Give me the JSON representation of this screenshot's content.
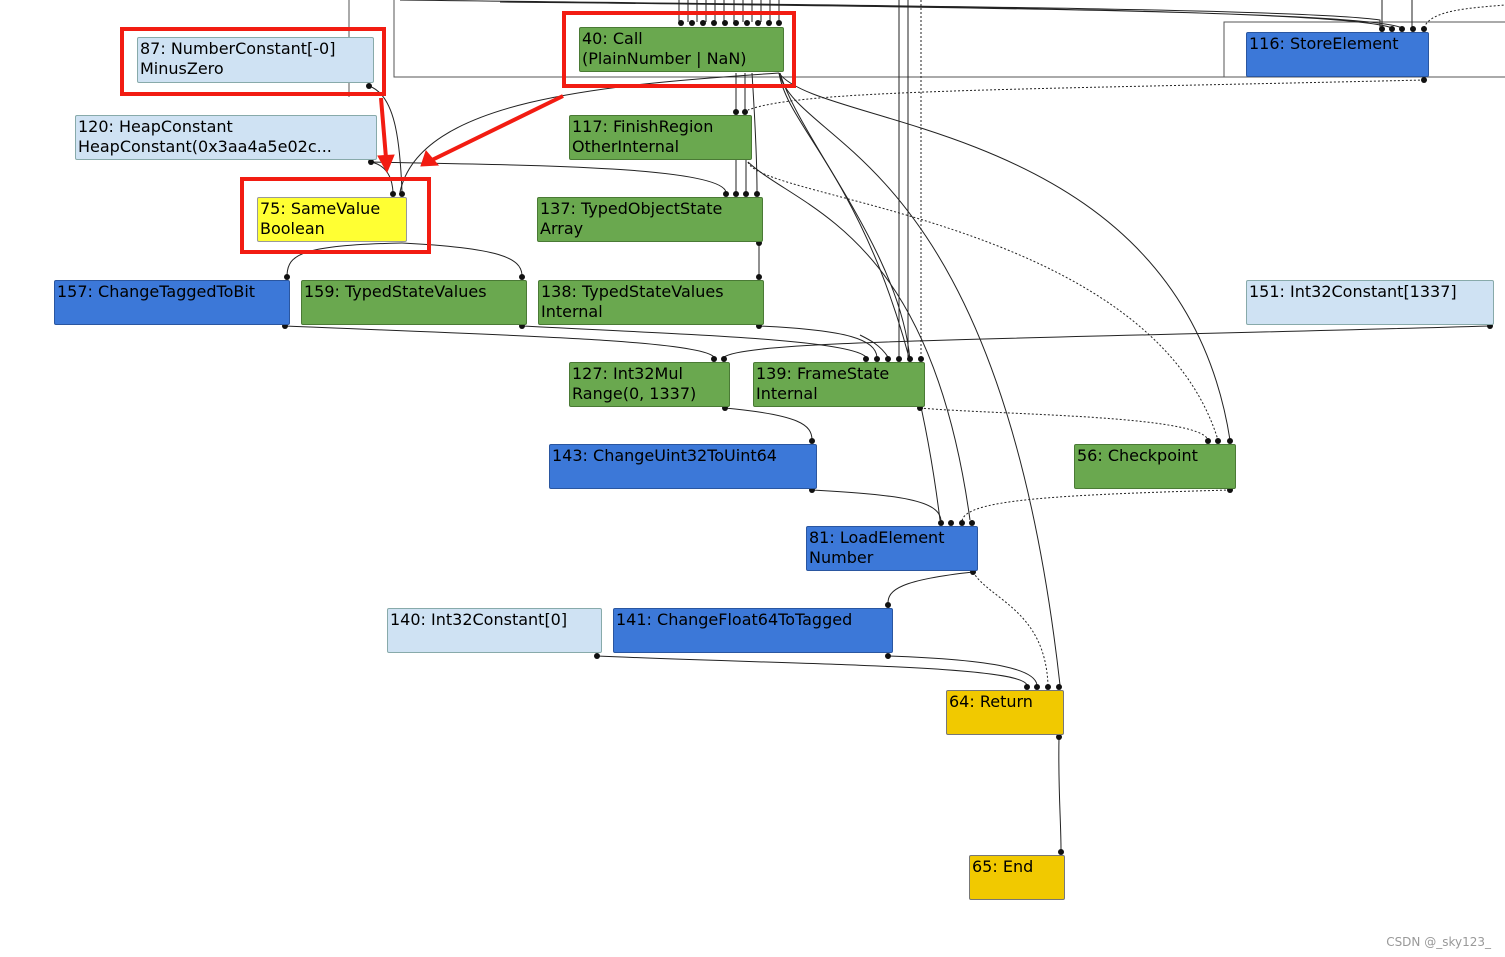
{
  "nodes": {
    "n87": {
      "l1": "87: NumberConstant[-0]",
      "l2": "MinusZero"
    },
    "n120": {
      "l1": "120: HeapConstant",
      "l2": "HeapConstant(0x3aa4a5e02c..."
    },
    "n40": {
      "l1": "40: Call",
      "l2": "(PlainNumber | NaN)"
    },
    "n116": {
      "l1": "116: StoreElement"
    },
    "n117": {
      "l1": "117: FinishRegion",
      "l2": "OtherInternal"
    },
    "n75": {
      "l1": "75: SameValue",
      "l2": "Boolean"
    },
    "n137": {
      "l1": "137: TypedObjectState",
      "l2": "Array"
    },
    "n157": {
      "l1": "157: ChangeTaggedToBit"
    },
    "n159": {
      "l1": "159: TypedStateValues"
    },
    "n138": {
      "l1": "138: TypedStateValues",
      "l2": "Internal"
    },
    "n151": {
      "l1": "151: Int32Constant[1337]"
    },
    "n127": {
      "l1": "127: Int32Mul",
      "l2": "Range(0, 1337)"
    },
    "n139": {
      "l1": "139: FrameState",
      "l2": "Internal"
    },
    "n143": {
      "l1": "143: ChangeUint32ToUint64"
    },
    "n56": {
      "l1": "56: Checkpoint"
    },
    "n81": {
      "l1": "81: LoadElement",
      "l2": "Number"
    },
    "n140": {
      "l1": "140: Int32Constant[0]"
    },
    "n141": {
      "l1": "141: ChangeFloat64ToTagged"
    },
    "n64": {
      "l1": "64: Return"
    },
    "n65": {
      "l1": "65: End"
    }
  },
  "colors": {
    "constant": "#cfe2f3",
    "control": "#6aa84f",
    "simplified": "#3c78d8",
    "highlighted": "#ffff33",
    "return": "#f1c900",
    "annotation": "#f21c12"
  },
  "watermark": "CSDN @_sky123_"
}
